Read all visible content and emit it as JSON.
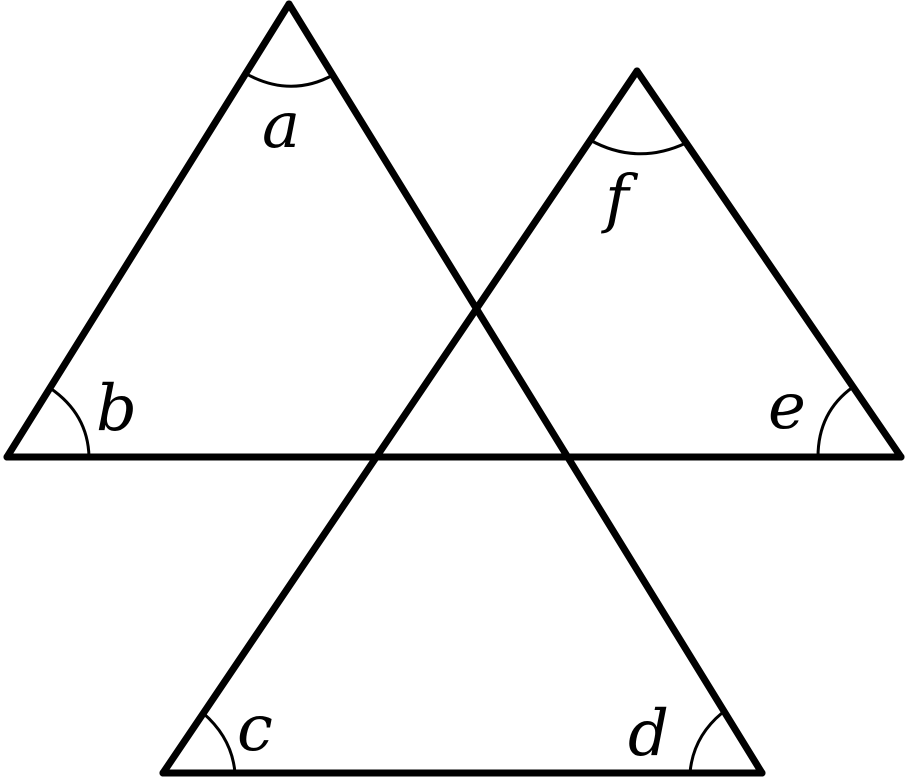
{
  "diagram": {
    "angles": {
      "a": "a",
      "b": "b",
      "c": "c",
      "d": "d",
      "e": "e",
      "f": "f"
    },
    "colors": {
      "stroke": "#000000",
      "background": "#ffffff"
    }
  }
}
